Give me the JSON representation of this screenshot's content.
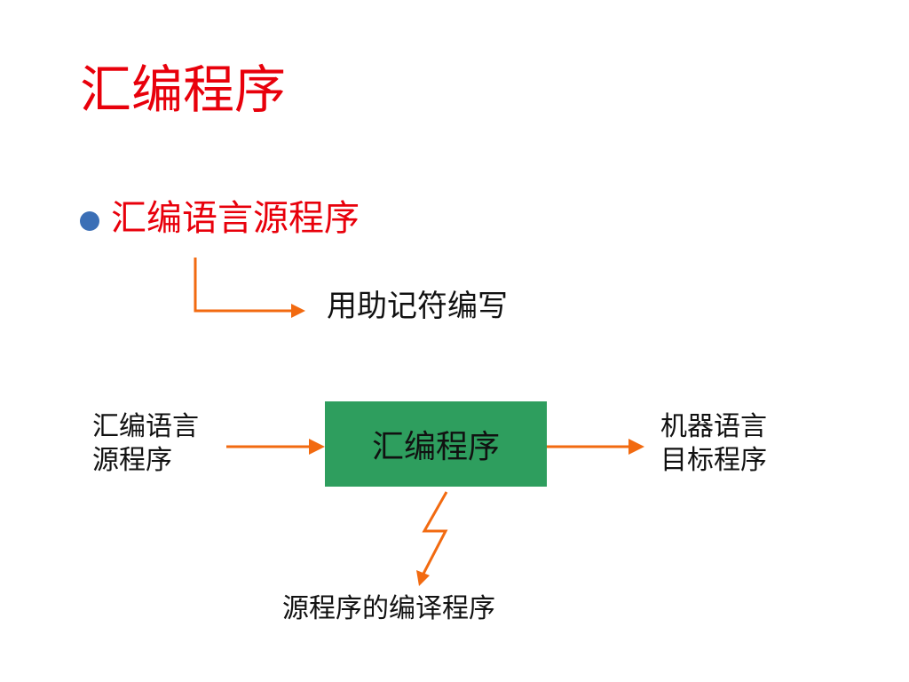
{
  "slide": {
    "title": "汇编程序",
    "bullet": "汇编语言源程序",
    "note": "用助记符编写"
  },
  "diagram": {
    "input_line1": "汇编语言",
    "input_line2": "源程序",
    "process": "汇编程序",
    "output_line1": "机器语言",
    "output_line2": "目标程序",
    "subtitle": "源程序的编译程序"
  },
  "colors": {
    "title": "#e8000b",
    "bullet": "#3b6fb6",
    "box": "#2e9e5e",
    "arrow": "#f26a10"
  },
  "icons": {
    "bullet": "circle-bullet-icon",
    "arrow": "arrow-right-icon",
    "lightning": "lightning-arrow-icon"
  }
}
